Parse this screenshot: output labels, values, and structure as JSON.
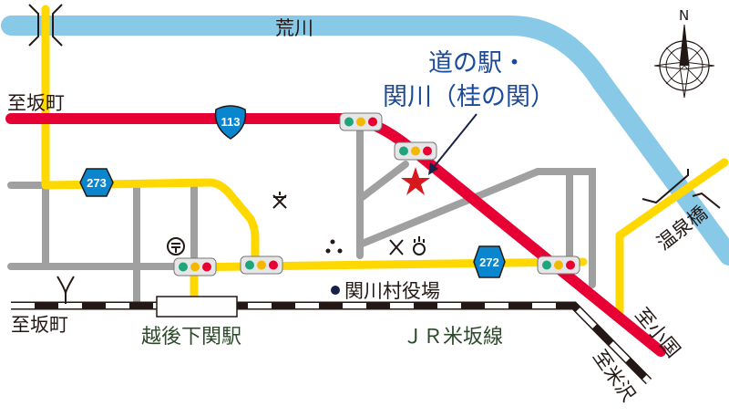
{
  "map": {
    "river_label": "荒川",
    "station_name": "道の駅・",
    "station_name_line2": "関川（桂の関）",
    "village_office": "関川村役場",
    "train_station": "越後下関駅",
    "railway_line": "ＪＲ米坂線",
    "to_sakamachi_top": "至坂町",
    "to_sakamachi_bottom": "至坂町",
    "to_oguni": "至小国",
    "to_yonezawa": "至米沢",
    "bridge_label": "温泉橋",
    "compass_north": "N",
    "route_113": "113",
    "route_273": "273",
    "route_272": "272"
  },
  "colors": {
    "river": "#89c9e8",
    "national_road": "#e60033",
    "prefectural_road": "#ffd800",
    "local_road": "#a0a0a0",
    "shield": "#0a86cf",
    "star": "#d7191e"
  }
}
